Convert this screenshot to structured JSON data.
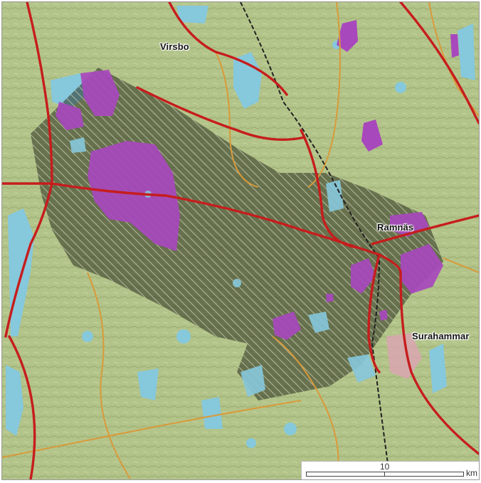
{
  "map": {
    "places": [
      {
        "name": "Virsbo"
      },
      {
        "name": "Ramnäs"
      },
      {
        "name": "Surahammar"
      }
    ],
    "scale": {
      "value": "10",
      "unit": "km"
    },
    "colors": {
      "terrain": "#b3c48a",
      "forest_shade": "#95a86e",
      "water": "#86c8dc",
      "purple_area": "#a848bd",
      "hatched_zone": "#3a4030",
      "road_major": "#c61d1d",
      "road_minor": "#d99a3a",
      "railway": "#222222",
      "urban": "#d9a6b0"
    },
    "icons": [
      "hatched-area",
      "railway-line",
      "main-road"
    ]
  }
}
